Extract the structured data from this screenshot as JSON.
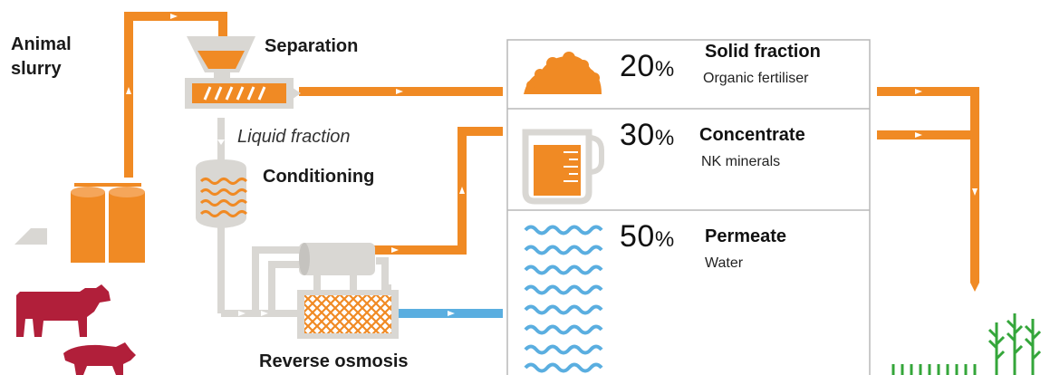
{
  "labels": {
    "animal_slurry": "Animal slurry",
    "separation": "Separation",
    "liquid_fraction": "Liquid fraction",
    "conditioning": "Conditioning",
    "reverse_osmosis": "Reverse osmosis"
  },
  "products": [
    {
      "percent": "20",
      "unit": "%",
      "name": "Solid fraction",
      "sub": "Organic fertiliser"
    },
    {
      "percent": "30",
      "unit": "%",
      "name": "Concentrate",
      "sub": "NK minerals"
    },
    {
      "percent": "50",
      "unit": "%",
      "name": "Permeate",
      "sub": "Water"
    }
  ],
  "colors": {
    "orange": "#f08a24",
    "grey": "#d9d7d3",
    "blue": "#5aaee0",
    "animal_red": "#b11f3a",
    "plant_green": "#34a63a"
  }
}
